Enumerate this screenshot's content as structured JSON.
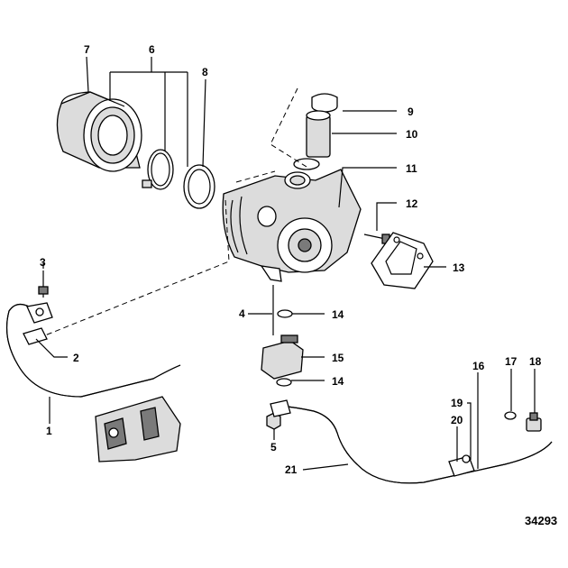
{
  "drawing_number": "34293",
  "callouts": [
    {
      "id": "c1",
      "label": "1"
    },
    {
      "id": "c2",
      "label": "2"
    },
    {
      "id": "c3",
      "label": "3"
    },
    {
      "id": "c4",
      "label": "4"
    },
    {
      "id": "c5",
      "label": "5"
    },
    {
      "id": "c6",
      "label": "6"
    },
    {
      "id": "c7",
      "label": "7"
    },
    {
      "id": "c8",
      "label": "8"
    },
    {
      "id": "c9",
      "label": "9"
    },
    {
      "id": "c10",
      "label": "10"
    },
    {
      "id": "c11",
      "label": "11"
    },
    {
      "id": "c12",
      "label": "12"
    },
    {
      "id": "c13",
      "label": "13"
    },
    {
      "id": "c14a",
      "label": "14"
    },
    {
      "id": "c14b",
      "label": "14"
    },
    {
      "id": "c15",
      "label": "15"
    },
    {
      "id": "c16",
      "label": "16"
    },
    {
      "id": "c17",
      "label": "17"
    },
    {
      "id": "c18",
      "label": "18"
    },
    {
      "id": "c19",
      "label": "19"
    },
    {
      "id": "c20",
      "label": "20"
    },
    {
      "id": "c21",
      "label": "21"
    }
  ]
}
